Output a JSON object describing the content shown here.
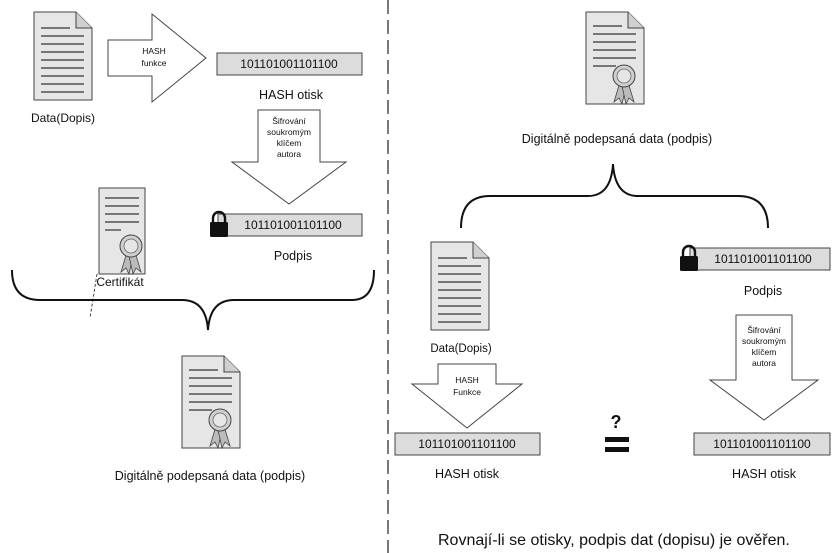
{
  "left": {
    "doc_label": "Data(Dopis)",
    "hash_arrow_line1": "HASH",
    "hash_arrow_line2": "funkce",
    "hash_value": "101101001101100",
    "hash_label": "HASH otisk",
    "encrypt_line1": "Šifrování",
    "encrypt_line2": "soukromým",
    "encrypt_line3": "klíčem",
    "encrypt_line4": "autora",
    "signature_value": "101101001101100",
    "signature_label": "Podpis",
    "certificate_label": "Certifikát",
    "result_label": "Digitálně podepsaná data (podpis)"
  },
  "right": {
    "top_doc_label": "Digitálně podepsaná data (podpis)",
    "doc_label": "Data(Dopis)",
    "hash_arrow_line1": "HASH",
    "hash_arrow_line2": "Funkce",
    "hash_value_left": "101101001101100",
    "hash_label_left": "HASH otisk",
    "signature_value": "101101001101100",
    "signature_label": "Podpis",
    "encrypt_line1": "Šifrování",
    "encrypt_line2": "soukromým",
    "encrypt_line3": "klíčem",
    "encrypt_line4": "autora",
    "hash_value_right": "101101001101100",
    "hash_label_right": "HASH otisk",
    "question_mark": "?",
    "conclusion": "Rovnají-li se otisky, podpis dat (dopisu) je ověřen."
  },
  "colors": {
    "doc_fill": "#e6e6e6",
    "box_fill": "#dcdcdc",
    "stroke": "#444444",
    "lock": "#111111"
  }
}
